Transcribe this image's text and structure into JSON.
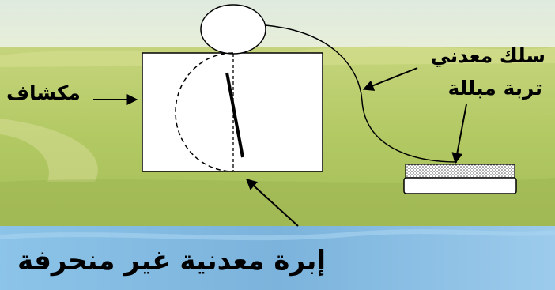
{
  "labels": {
    "detector": "مكشاف",
    "metal_wire": "سلك معدني",
    "wet_soil": "تربة مبللة",
    "caption": "إبرة معدنية غير منحرفة"
  },
  "colors": {
    "sky": "#e6efe0",
    "meadow": "#b7cf6d",
    "meadow_dark": "#8fa94a",
    "water_band": "#7fb8e0",
    "ink": "#000000",
    "paper": "#ffffff"
  },
  "icons": {
    "arrows": "arrow-icon"
  }
}
